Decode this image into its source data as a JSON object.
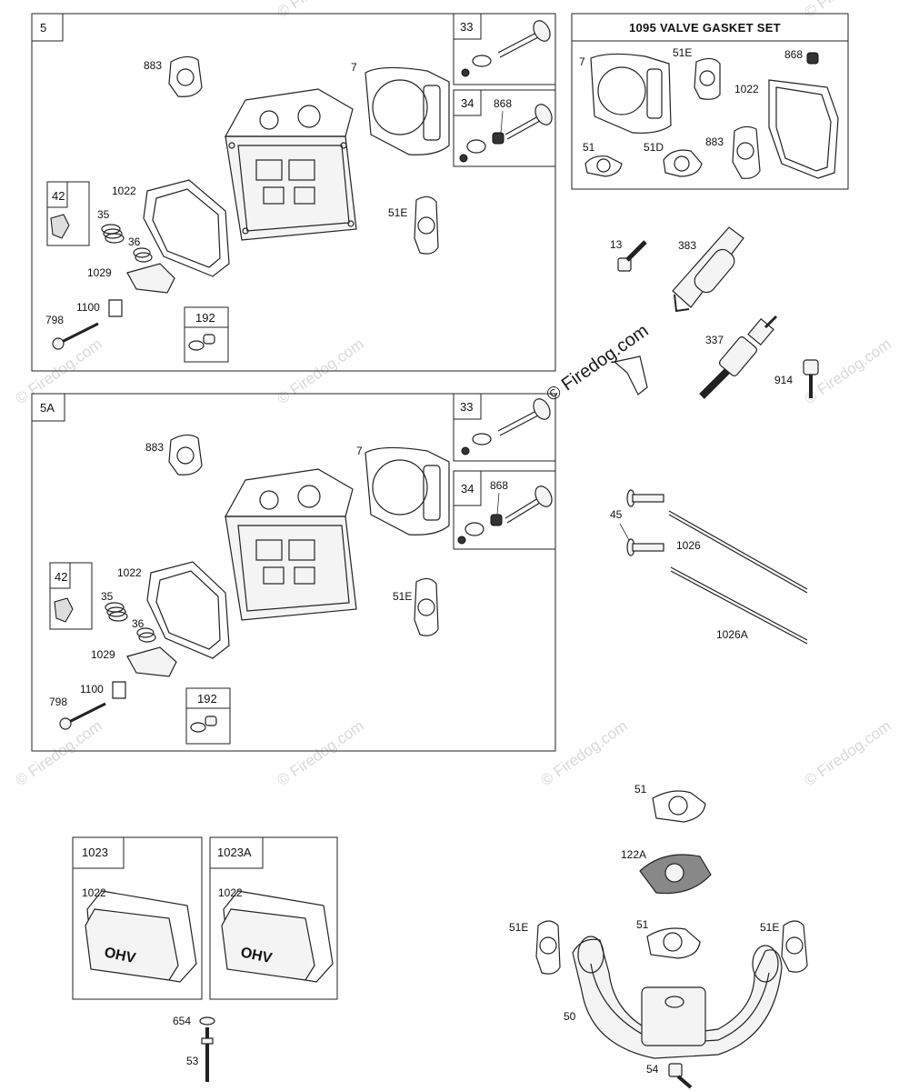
{
  "watermark": {
    "text": "© Firedog.com",
    "center_text": "© Firedog.com"
  },
  "panels": {
    "head5": "5",
    "head5a": "5A",
    "valve33": "33",
    "valve34": "34",
    "box42": "42",
    "box192": "192",
    "box1023": "1023",
    "box1023a": "1023A"
  },
  "gasket_set": {
    "title": "1095 VALVE GASKET SET",
    "labels": [
      "7",
      "51E",
      "868",
      "1022",
      "51",
      "51D",
      "883"
    ]
  },
  "labels": {
    "p883": "883",
    "p7": "7",
    "p868": "868",
    "p1022": "1022",
    "p35": "35",
    "p36": "36",
    "p1029": "1029",
    "p1100": "1100",
    "p798": "798",
    "p51E": "51E",
    "p13": "13",
    "p383": "383",
    "p337": "337",
    "p914": "914",
    "p45": "45",
    "p1026": "1026",
    "p1026A": "1026A",
    "p51": "51",
    "p122A": "122A",
    "p50": "50",
    "p54": "54",
    "p654": "654",
    "p53": "53"
  },
  "cover_text": "OHV"
}
